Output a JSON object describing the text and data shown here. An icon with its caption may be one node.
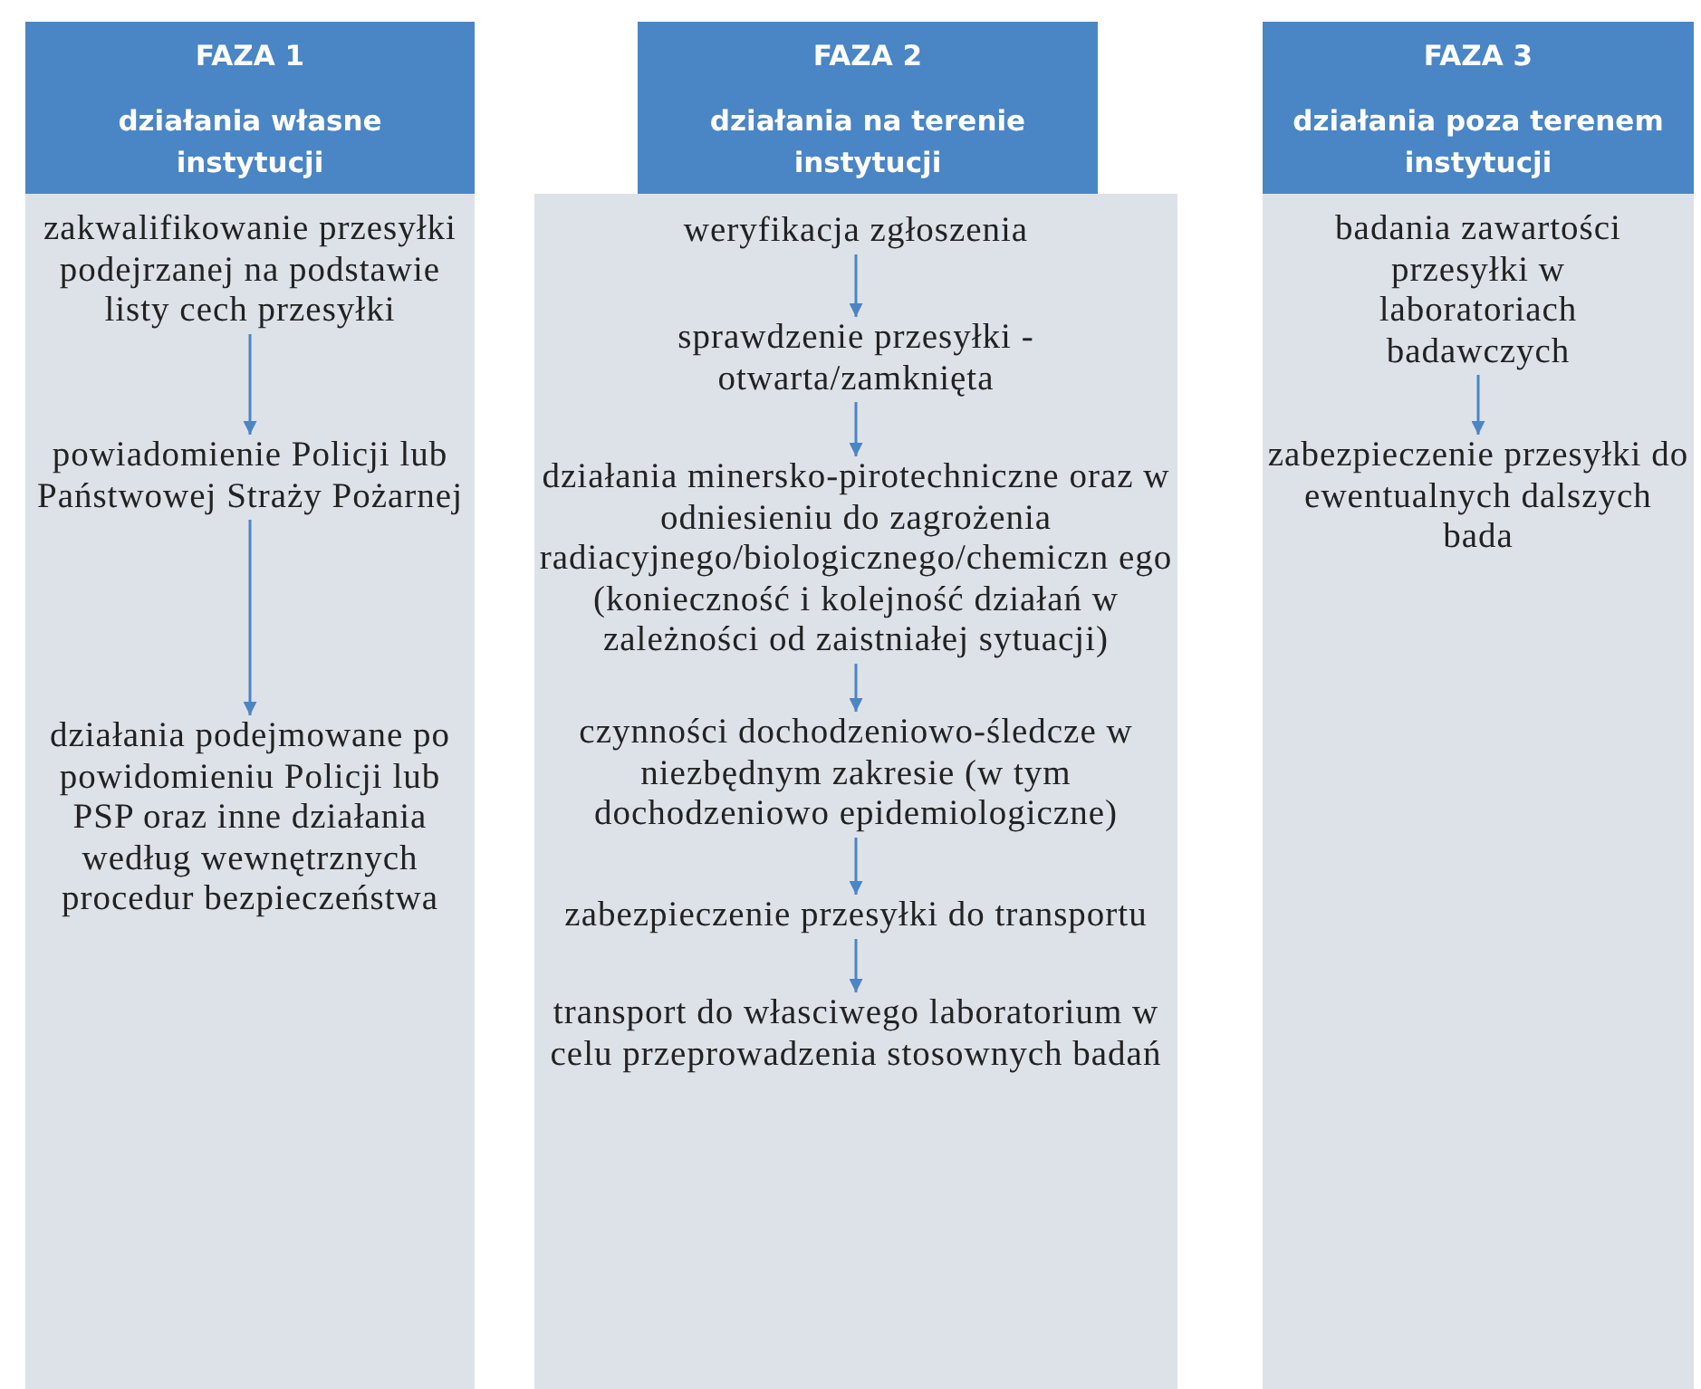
{
  "diagram": {
    "nodes": [
      {
        "text": [
          "FAZA 1",
          "działania własne instytucji"
        ]
      },
      {
        "text": [],
        "shape": "box"
      },
      {
        "text": [
          "zakwalifikowanie przesyłki podejrzanej na podstawie listy cech przesyłki"
        ],
        "in": 1
      },
      {
        "text": [
          "powiadomienie Policji lub Państwowej Straży Pożarnej"
        ],
        "in": 1
      },
      {
        "text": [
          "działania podejmowane po powidomieniu Policji lub PSP oraz inne działania według wewnętrznych procedur bezpieczeństwa"
        ],
        "in": 1
      },
      {
        "text": [
          "FAZA 2",
          "działania na terenie instytucji"
        ]
      },
      {
        "text": [],
        "shape": "box"
      },
      {
        "text": [
          "weryfikacja zgłoszenia"
        ],
        "in": 6
      },
      {
        "text": [
          "sprawdzenie przesyłki - otwarta/zamknięta"
        ],
        "in": 6
      },
      {
        "text": [
          "działania minersko-pirotechniczne oraz w odniesieniu do zagrożenia radiacyjnego/biologicznego/chemiczn ego (konieczność i kolejność działań w zależności od zaistniałej sytuacji)"
        ],
        "in": 6
      },
      {
        "text": [
          "czynności dochodzeniowo-śledcze w niezbędnym zakresie (w tym dochodzeniowo epidemiologiczne)"
        ],
        "in": 6
      },
      {
        "text": [
          "zabezpieczenie przesyłki do transportu"
        ],
        "in": 6
      },
      {
        "text": [
          "transport do własciwego laboratorium w celu przeprowadzenia stosownych badań"
        ],
        "in": 6
      },
      {
        "text": [
          "FAZA 3",
          "działania poza terenem instytucji"
        ]
      },
      {
        "text": [],
        "shape": "box"
      },
      {
        "text": [
          "badania zawartości przesyłki w laboratoriach badawczych"
        ],
        "in": 14
      },
      {
        "text": [
          "zabezpieczenie przesyłki do ewentualnych dalszych bada"
        ],
        "in": 14
      }
    ],
    "edges": [
      {
        "from": 2,
        "to": 3,
        "arrow": "to"
      },
      {
        "from": 3,
        "to": 4,
        "arrow": "to"
      },
      {
        "from": 7,
        "to": 8,
        "arrow": "to"
      },
      {
        "from": 8,
        "to": 9,
        "arrow": "to"
      },
      {
        "from": 9,
        "to": 10,
        "arrow": "to"
      },
      {
        "from": 10,
        "to": 11,
        "arrow": "to"
      },
      {
        "from": 11,
        "to": 12,
        "arrow": "to"
      },
      {
        "from": 15,
        "to": 16,
        "arrow": "to"
      }
    ]
  }
}
